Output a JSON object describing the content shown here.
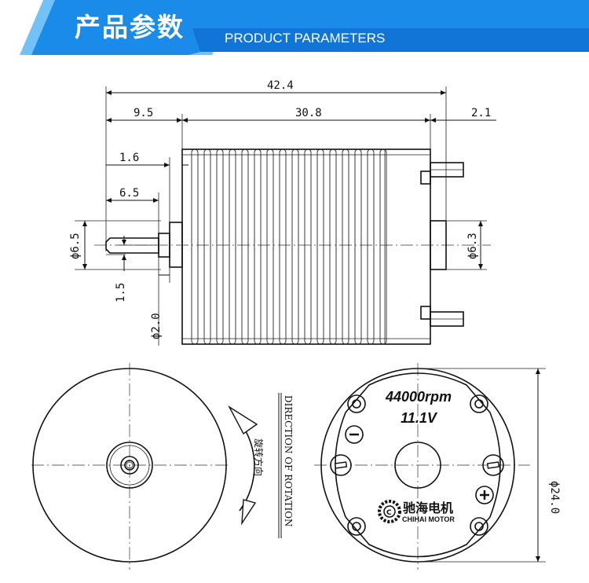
{
  "header": {
    "title_cn": "产品参数",
    "title_en": "PRODUCT PARAMETERS",
    "colors": {
      "primary": "#1a8be8",
      "light": "#4fb3f5",
      "dark": "#0b63c9"
    }
  },
  "side_view": {
    "dims": {
      "overall_length": "42.4",
      "shaft_length": "9.5",
      "body_length": "30.8",
      "rear_protrusion": "2.1",
      "shoulder": "1.6",
      "shaft_extension": "6.5",
      "shaft_diameter": "ϕ6.5",
      "flat": "1.5",
      "boss_diameter": "ϕ2.0",
      "rear_boss_diameter": "ϕ6.3"
    }
  },
  "front_view": {
    "direction_cn": "旋转方向",
    "direction_en": "DIRECTION OF ROTATION"
  },
  "rear_view": {
    "rpm": "44000rpm",
    "voltage": "11.1V",
    "minus": "−",
    "plus": "+",
    "diameter": "ϕ24.0",
    "brand_cn": "驰海电机",
    "brand_en": "CHIHAI MOTOR"
  }
}
